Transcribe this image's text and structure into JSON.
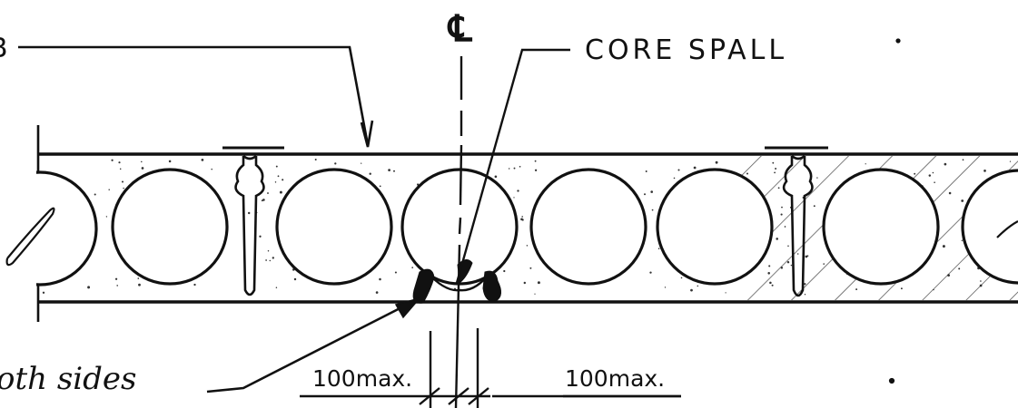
{
  "labels": {
    "left_cut": "B",
    "centerline_symbol": "℄",
    "core_spall": "CORE SPALL",
    "both_sides": "oth sides",
    "dim_left": "100max.",
    "dim_right": "100max."
  },
  "colors": {
    "ink": "#111111",
    "paper": "#ffffff"
  }
}
